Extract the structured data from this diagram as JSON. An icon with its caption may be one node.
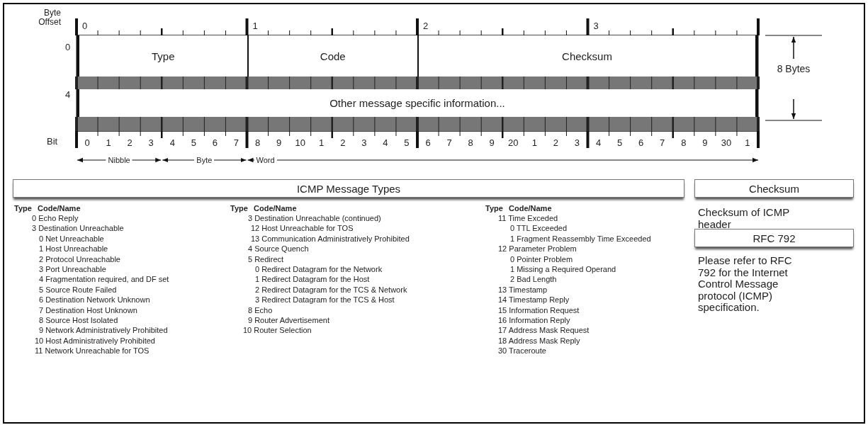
{
  "diagram": {
    "nodes": [
      {
        "text": [
          "Type"
        ]
      },
      {
        "text": [
          "Code"
        ]
      },
      {
        "text": [
          "Checksum"
        ]
      },
      {
        "text": [
          "Other message specific information..."
        ]
      },
      {
        "text": [
          "ICMP Message Types"
        ]
      },
      {
        "text": [
          "Checksum"
        ]
      },
      {
        "text": [
          "RFC 792"
        ]
      }
    ],
    "labels": [
      "Byte Offset",
      "0",
      "1",
      "2",
      "3",
      "0",
      "4",
      "Bit",
      "0",
      "1",
      "2",
      "3",
      "4",
      "5",
      "6",
      "7",
      "8",
      "9",
      "10",
      "1",
      "2",
      "3",
      "4",
      "5",
      "6",
      "7",
      "8",
      "9",
      "20",
      "1",
      "2",
      "3",
      "4",
      "5",
      "6",
      "7",
      "8",
      "9",
      "30",
      "1",
      "Nibble",
      "Byte",
      "Word",
      "8 Bytes",
      "Type",
      "Code/Name",
      "0 Echo Reply",
      "3 Destination Unreachable",
      "0 Net Unreachable",
      "1 Host Unreachable",
      "2 Protocol Unreachable",
      "3 Port Unreachable",
      "4 Fragmentation required, and DF set",
      "5 Source Route Failed",
      "6 Destination Network Unknown",
      "7 Destination Host Unknown",
      "8 Source Host Isolated",
      "9 Network Administratively Prohibited",
      "10 Host Administratively Prohibited",
      "11 Network Unreachable for TOS",
      "Type",
      "Code/Name",
      "3 Destination Unreachable (continued)",
      "12 Host Unreachable for TOS",
      "13 Communication Administratively Prohibited",
      "4 Source Quench",
      "5 Redirect",
      "0 Redirect Datagram for the Network",
      "1 Redirect Datagram for the Host",
      "2 Redirect Datagram for the TCS & Network",
      "3 Redirect Datagram for the TCS & Host",
      "8 Echo",
      "9 Router Advertisement",
      "10 Router Selection",
      "Type",
      "Code/Name",
      "11 Time Exceded",
      "0 TTL Exceeded",
      "1 Fragment Reassembly Time Exceeded",
      "12 Parameter Problem",
      "0 Pointer Problem",
      "1 Missing a Required Operand",
      "2 Bad Length",
      "13 Timestamp",
      "14 Timestamp Reply",
      "15 Information Request",
      "16 Information Reply",
      "17 Address Mask Request",
      "18 Address Mask Reply",
      "30 Traceroute",
      "Checksum of ICMP header",
      "Please refer to RFC 792 for the Internet Control Message protocol (ICMP) specification."
    ]
  }
}
